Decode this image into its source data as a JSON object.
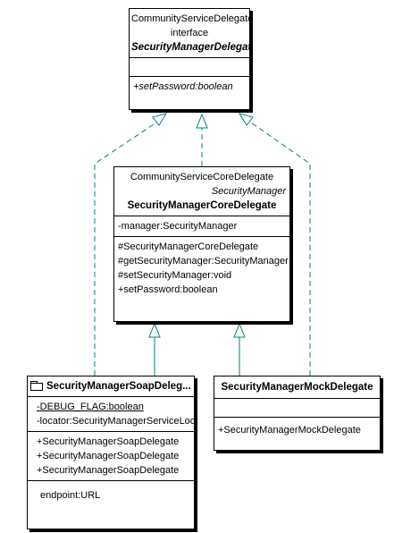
{
  "classes": {
    "security_manager_delegate": {
      "stereotype": "CommunityServiceDelegate",
      "kind": "interface",
      "name": "SecurityManagerDelegate",
      "operations": [
        "+setPassword:boolean"
      ]
    },
    "security_manager_core_delegate": {
      "stereotype": "CommunityServiceCoreDelegate",
      "secondary": "SecurityManager",
      "name": "SecurityManagerCoreDelegate",
      "attributes": [
        "-manager:SecurityManager"
      ],
      "operations": [
        "#SecurityManagerCoreDelegate",
        "#getSecurityManager:SecurityManager",
        "#setSecurityManager:void",
        "+setPassword:boolean"
      ]
    },
    "security_manager_soap_delegate": {
      "name": "SecurityManagerSoapDeleg...",
      "attributes": [
        "-DEBUG_FLAG:boolean",
        "-locator:SecurityManagerServiceLocator"
      ],
      "operations": [
        "+SecurityManagerSoapDelegate",
        "+SecurityManagerSoapDelegate",
        "+SecurityManagerSoapDelegate"
      ],
      "properties": [
        "endpoint:URL"
      ]
    },
    "security_manager_mock_delegate": {
      "name": "SecurityManagerMockDelegate",
      "operations": [
        "+SecurityManagerMockDelegate"
      ]
    }
  },
  "colors": {
    "realization": "#008080",
    "generalization": "#008080",
    "border": "#000000"
  }
}
